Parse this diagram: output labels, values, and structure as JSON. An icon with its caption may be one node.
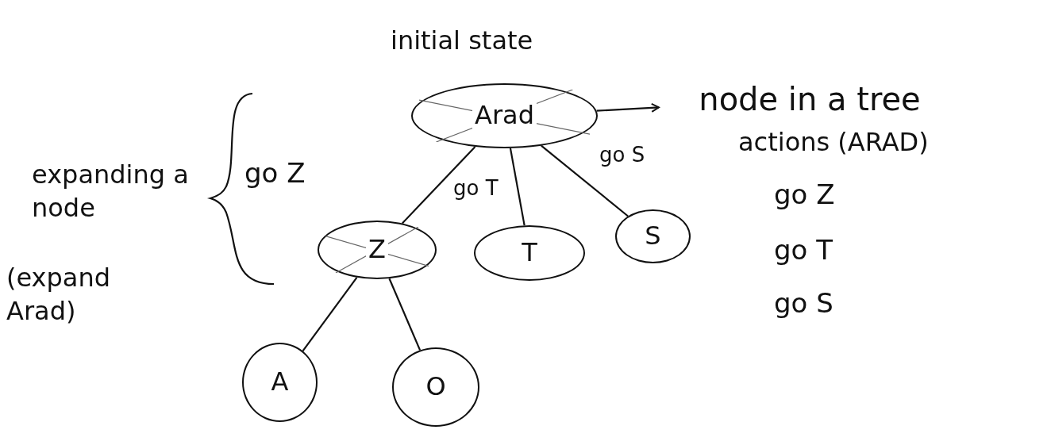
{
  "diagram": {
    "nodes": [
      {
        "text": [
          "Arad"
        ],
        "beside": [
          "initial state"
        ]
      },
      {
        "text": [
          "node in a tree"
        ]
      },
      {
        "text": [
          "Z"
        ]
      },
      {
        "text": [
          "T"
        ]
      },
      {
        "text": [
          "S"
        ]
      },
      {
        "text": [
          "A"
        ]
      },
      {
        "text": [
          "O"
        ]
      }
    ],
    "edges": [
      {
        "from": 0,
        "to": 1,
        "arrow": "to"
      },
      {
        "from": 0,
        "to": 2,
        "arrow": "none"
      },
      {
        "from": 0,
        "to": 3,
        "arrow": "none",
        "label": "go T"
      },
      {
        "from": 0,
        "to": 4,
        "arrow": "none",
        "label": "go S"
      },
      {
        "from": 2,
        "to": 5,
        "arrow": "none"
      },
      {
        "from": 2,
        "to": 6,
        "arrow": "none"
      }
    ],
    "labels": [
      "go Z",
      "expanding a node",
      "(expand Arad)",
      "actions (ARAD)",
      "go Z",
      "go T",
      "go S"
    ]
  }
}
